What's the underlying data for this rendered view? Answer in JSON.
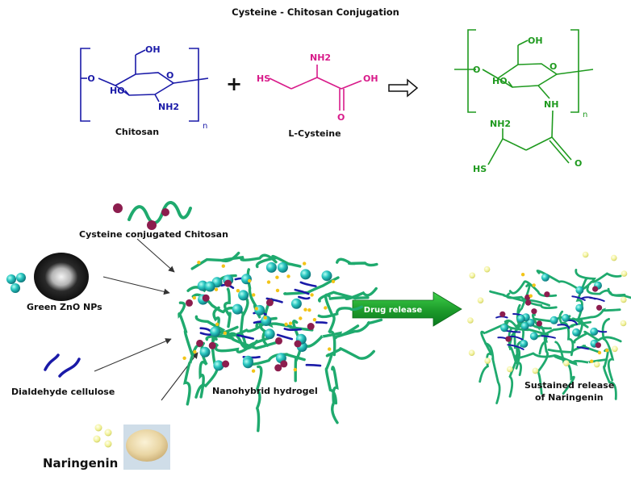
{
  "title": "Cysteine - Chitosan Conjugation",
  "reaction": {
    "chitosan": {
      "name": "Chitosan",
      "subscript": "n",
      "groups": {
        "oh_top": "OH",
        "ho": "HO",
        "o_left": "O",
        "o_ring": "O",
        "nh2": "NH2"
      }
    },
    "plus": "+",
    "cysteine": {
      "name": "L-Cysteine",
      "groups": {
        "nh2": "NH2",
        "sh": "HS",
        "oh": "OH",
        "o": "O"
      }
    },
    "product": {
      "subscript": "n",
      "groups": {
        "oh_top": "OH",
        "ho": "HO",
        "o_left": "O",
        "o_ring": "O",
        "nh": "NH",
        "nh2": "NH2",
        "sh": "HS",
        "o": "O"
      }
    }
  },
  "colors": {
    "chitosan": "#1a1aa8",
    "cysteine": "#d81b8a",
    "product": "#1f9a1f",
    "fiber": "#1faa6e",
    "arrow_dark": "#0a7a1e",
    "arrow_light": "#3fd04a"
  },
  "process": {
    "inputs": {
      "cysteine_chitosan": "Cysteine conjugated Chitosan",
      "zno": "Green ZnO NPs",
      "cellulose": "Dialdehyde cellulose",
      "naringenin": "Naringenin"
    },
    "hydrogel": "Nanohybrid hydrogel",
    "release_arrow": "Drug release",
    "result": [
      "Sustained release",
      "of Naringenin"
    ]
  }
}
